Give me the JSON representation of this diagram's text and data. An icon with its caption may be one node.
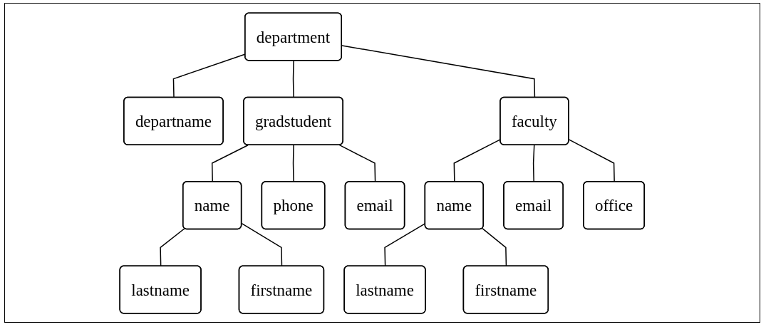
{
  "diagram": {
    "nodes": [
      {
        "text": [
          "department"
        ]
      },
      {
        "text": [
          "departname"
        ]
      },
      {
        "text": [
          "gradstudent"
        ]
      },
      {
        "text": [
          "faculty"
        ]
      },
      {
        "text": [
          "name"
        ]
      },
      {
        "text": [
          "phone"
        ]
      },
      {
        "text": [
          "email"
        ]
      },
      {
        "text": [
          "name"
        ]
      },
      {
        "text": [
          "email"
        ]
      },
      {
        "text": [
          "office"
        ]
      },
      {
        "text": [
          "lastname"
        ]
      },
      {
        "text": [
          "firstname"
        ]
      },
      {
        "text": [
          "lastname"
        ]
      },
      {
        "text": [
          "firstname"
        ]
      }
    ],
    "edges": [
      {
        "from": 0,
        "to": 1,
        "arrow": "none"
      },
      {
        "from": 0,
        "to": 2,
        "arrow": "none"
      },
      {
        "from": 0,
        "to": 3,
        "arrow": "none"
      },
      {
        "from": 2,
        "to": 4,
        "arrow": "none"
      },
      {
        "from": 2,
        "to": 5,
        "arrow": "none"
      },
      {
        "from": 2,
        "to": 6,
        "arrow": "none"
      },
      {
        "from": 3,
        "to": 7,
        "arrow": "none"
      },
      {
        "from": 3,
        "to": 8,
        "arrow": "none"
      },
      {
        "from": 3,
        "to": 9,
        "arrow": "none"
      },
      {
        "from": 4,
        "to": 10,
        "arrow": "none"
      },
      {
        "from": 4,
        "to": 11,
        "arrow": "none"
      },
      {
        "from": 7,
        "to": 12,
        "arrow": "none"
      },
      {
        "from": 7,
        "to": 13,
        "arrow": "none"
      }
    ]
  }
}
